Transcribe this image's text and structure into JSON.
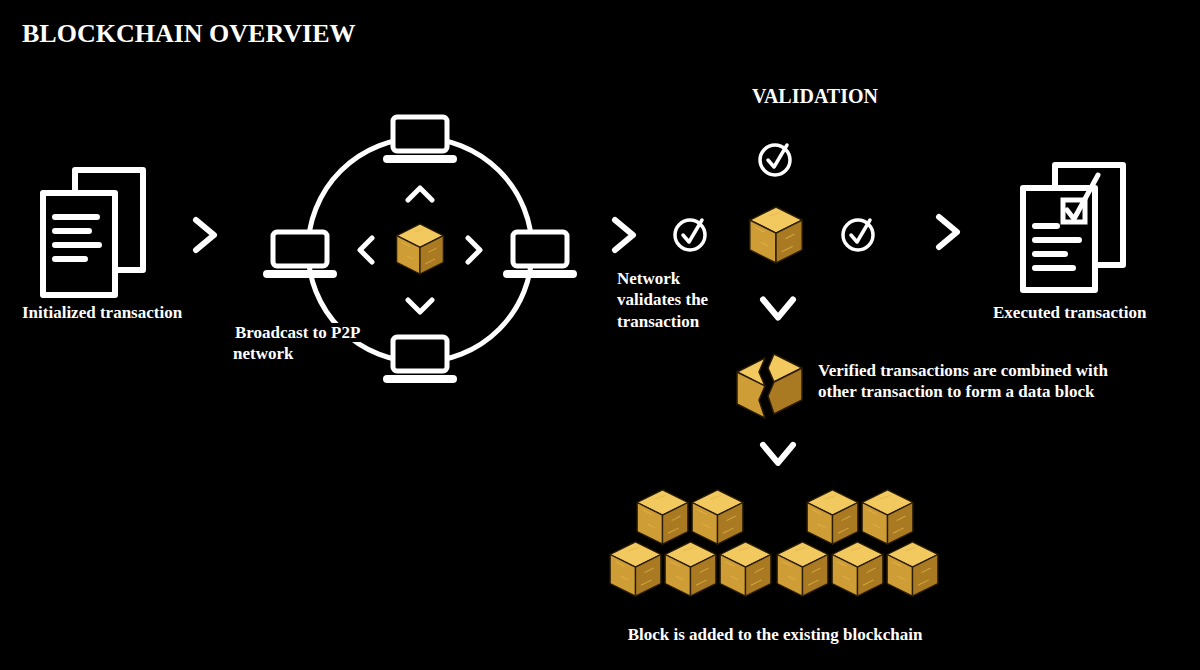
{
  "diagram": {
    "title": "BLOCKCHAIN OVERVIEW",
    "nodes": [
      {
        "text": [
          "Initialized transaction"
        ]
      },
      {
        "text": [
          "Broadcast to P2P network"
        ]
      },
      {
        "text": [
          "VALIDATION",
          "Network validates the transaction"
        ]
      },
      {
        "text": [
          "Executed transaction"
        ]
      },
      {
        "text": [
          "Verified transactions are combined with other transaction to form a data block"
        ]
      },
      {
        "text": [
          "Block is added to the existing blockchain"
        ]
      }
    ],
    "edges": [
      {
        "from": 0,
        "to": 1,
        "arrow": "to"
      },
      {
        "from": 1,
        "to": 2,
        "arrow": "to"
      },
      {
        "from": 2,
        "to": 3,
        "arrow": "to"
      },
      {
        "from": 2,
        "to": 4,
        "arrow": "to"
      },
      {
        "from": 4,
        "to": 5,
        "arrow": "to"
      }
    ]
  }
}
